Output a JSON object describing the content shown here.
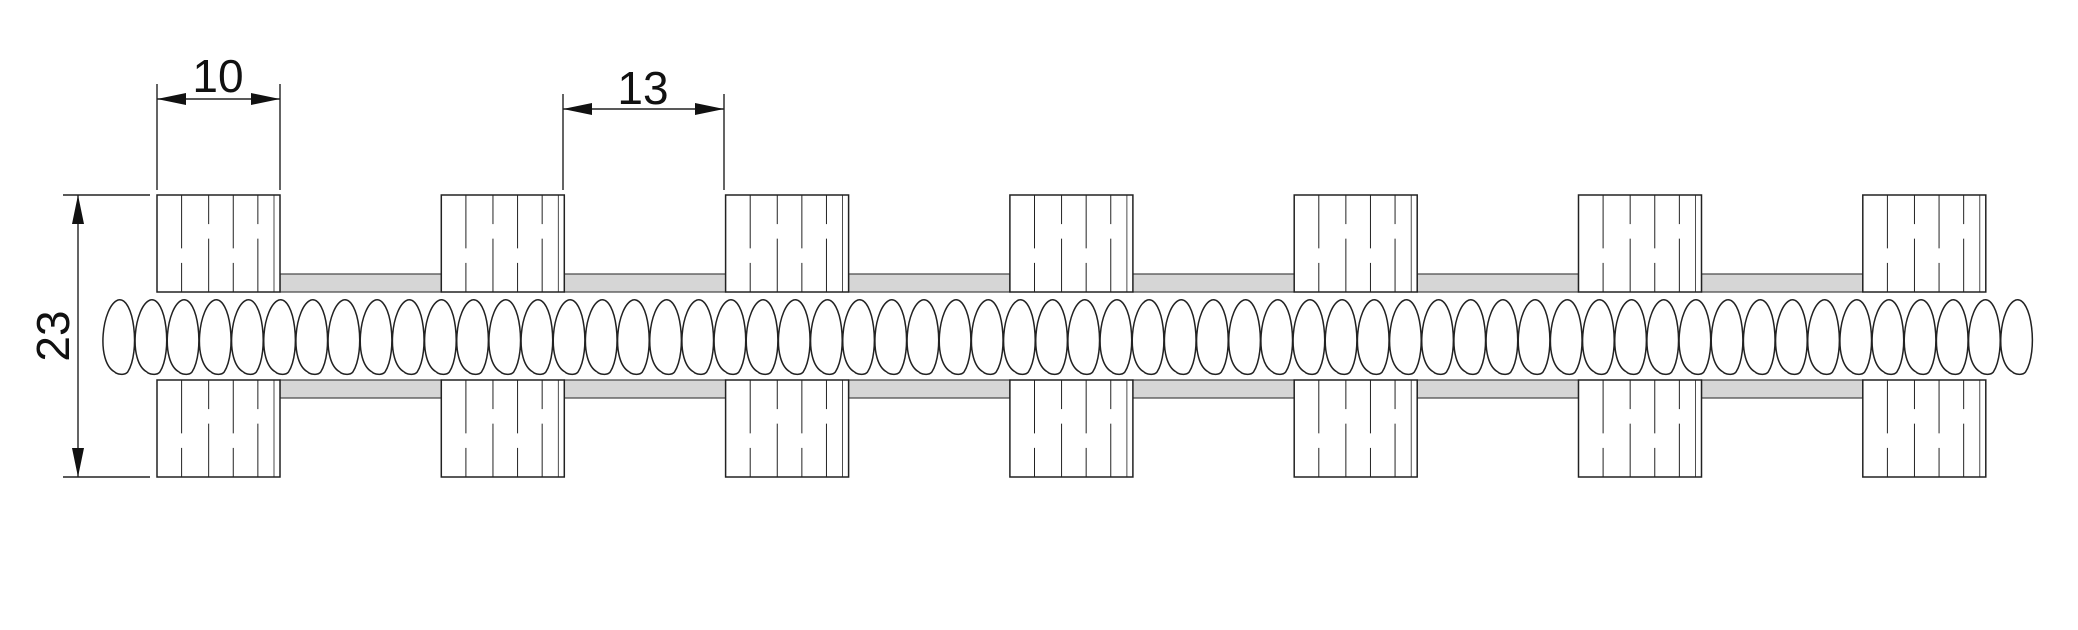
{
  "dimensions": {
    "block_width": "10",
    "gap_width": "13",
    "height": "23"
  },
  "structure": {
    "block_count": 7,
    "spring_turns": 60
  },
  "colors": {
    "line": "#222222",
    "strip_fill": "#d6d6d6",
    "background": "#ffffff"
  }
}
